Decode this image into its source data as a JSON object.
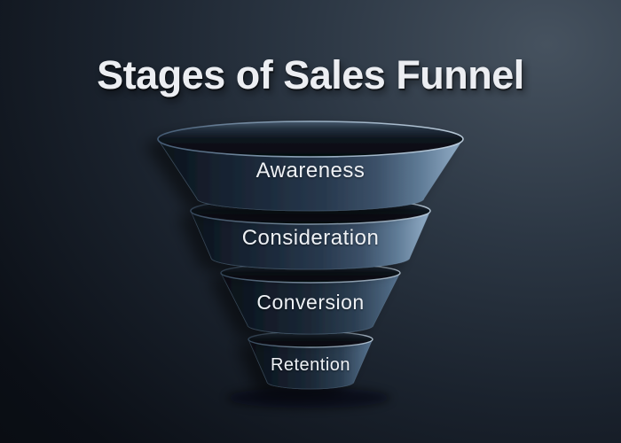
{
  "title": "Stages of Sales Funnel",
  "funnel": {
    "type": "funnel-diagram",
    "stages": [
      {
        "order": 1,
        "label": "Awareness"
      },
      {
        "order": 2,
        "label": "Consideration"
      },
      {
        "order": 3,
        "label": "Conversion"
      },
      {
        "order": 4,
        "label": "Retention"
      }
    ]
  },
  "style": {
    "background_highlight": "#46525f",
    "background_corner": "#070a0e",
    "funnel_dark": "#0a1119",
    "funnel_mid": "#28394e",
    "funnel_light": "#8fabc4",
    "rim_highlight": "#c6d7e6",
    "text_color": "#eef1f5"
  }
}
